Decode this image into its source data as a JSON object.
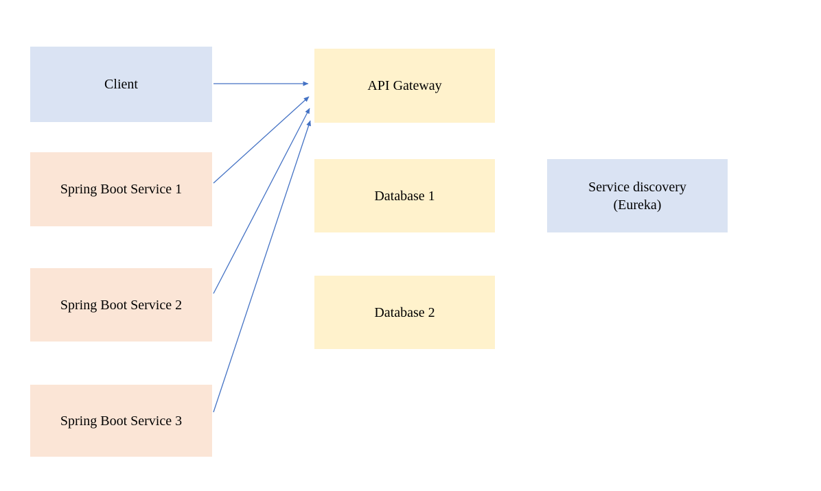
{
  "diagram": {
    "nodes": {
      "client": {
        "label": "Client"
      },
      "service1": {
        "label": "Spring Boot Service 1"
      },
      "service2": {
        "label": "Spring Boot Service 2"
      },
      "service3": {
        "label": "Spring Boot Service 3"
      },
      "api_gateway": {
        "label": "API Gateway"
      },
      "database1": {
        "label": "Database 1"
      },
      "database2": {
        "label": "Database 2"
      },
      "service_discovery": {
        "label_line1": "Service discovery",
        "label_line2": "(Eureka)"
      }
    },
    "edges": [
      {
        "from": "client",
        "to": "api_gateway"
      },
      {
        "from": "service1",
        "to": "api_gateway"
      },
      {
        "from": "service2",
        "to": "api_gateway"
      },
      {
        "from": "service3",
        "to": "api_gateway"
      }
    ],
    "colors": {
      "client_box": "#dae3f3",
      "service_box": "#fbe5d6",
      "gateway_box": "#fff2cc",
      "discovery_box": "#dae3f3",
      "arrow": "#4472c4",
      "text": "#000000",
      "background": "#ffffff"
    }
  }
}
